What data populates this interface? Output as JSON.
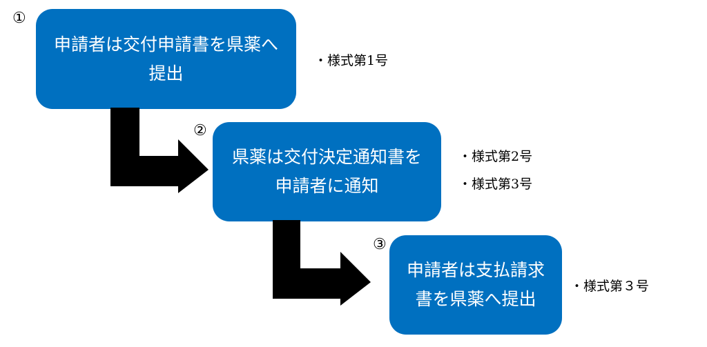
{
  "steps": [
    {
      "number": "①",
      "text_lines": [
        "申請者は交付申請書を県薬へ",
        "提出"
      ],
      "notes": [
        "・様式第1号"
      ]
    },
    {
      "number": "②",
      "text_lines": [
        "県薬は交付決定通知書を",
        "申請者に通知"
      ],
      "notes": [
        "・様式第2号",
        "・様式第3号"
      ]
    },
    {
      "number": "③",
      "text_lines": [
        "申請者は支払請求",
        "書を県薬へ提出"
      ],
      "notes": [
        "・様式第３号"
      ]
    }
  ],
  "colors": {
    "box": "#0070c0",
    "arrow": "#000000",
    "text": "#ffffff"
  }
}
